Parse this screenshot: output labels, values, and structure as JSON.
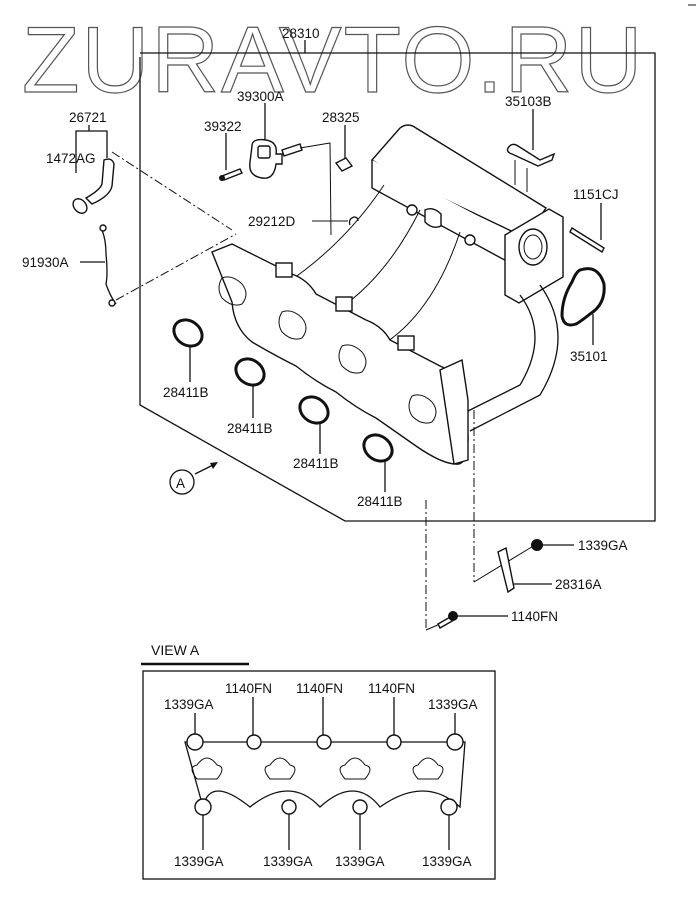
{
  "watermark": "ZURAVTO.RU",
  "main_assembly": {
    "manifold_part_no": "28310",
    "labels": {
      "throttle_sensor": "39300A",
      "screw": "39322",
      "dowel_pin": "28325",
      "bracket_top": "35103B",
      "hose_set": "26721",
      "hose_clamp": "1472AG",
      "vacuum_pipe": "29212D",
      "wire_bracket": "91930A",
      "stud": "1151CJ",
      "throttle_gasket": "35101",
      "port_gasket_1": "28411B",
      "port_gasket_2": "28411B",
      "port_gasket_3": "28411B",
      "port_gasket_4": "28411B",
      "nut": "1339GA",
      "stay_bracket": "28316A",
      "bolt": "1140FN"
    },
    "view_marker": "A"
  },
  "view_a": {
    "title": "VIEW A",
    "top_labels": [
      "1339GA",
      "1140FN",
      "1140FN",
      "1140FN",
      "1339GA"
    ],
    "bottom_labels": [
      "1339GA",
      "1339GA",
      "1339GA",
      "1339GA"
    ]
  }
}
